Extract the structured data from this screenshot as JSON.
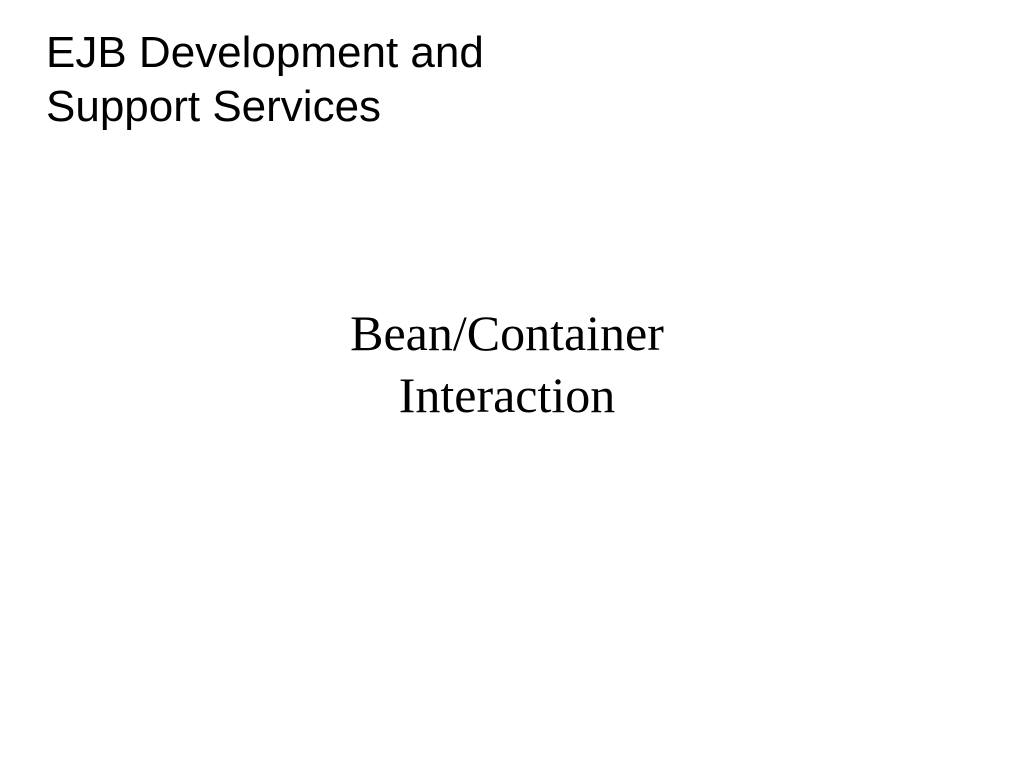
{
  "slide": {
    "header": {
      "line1": "EJB Development and",
      "line2": "Support Services"
    },
    "title": {
      "line1": "Bean/Container",
      "line2": "Interaction"
    }
  }
}
